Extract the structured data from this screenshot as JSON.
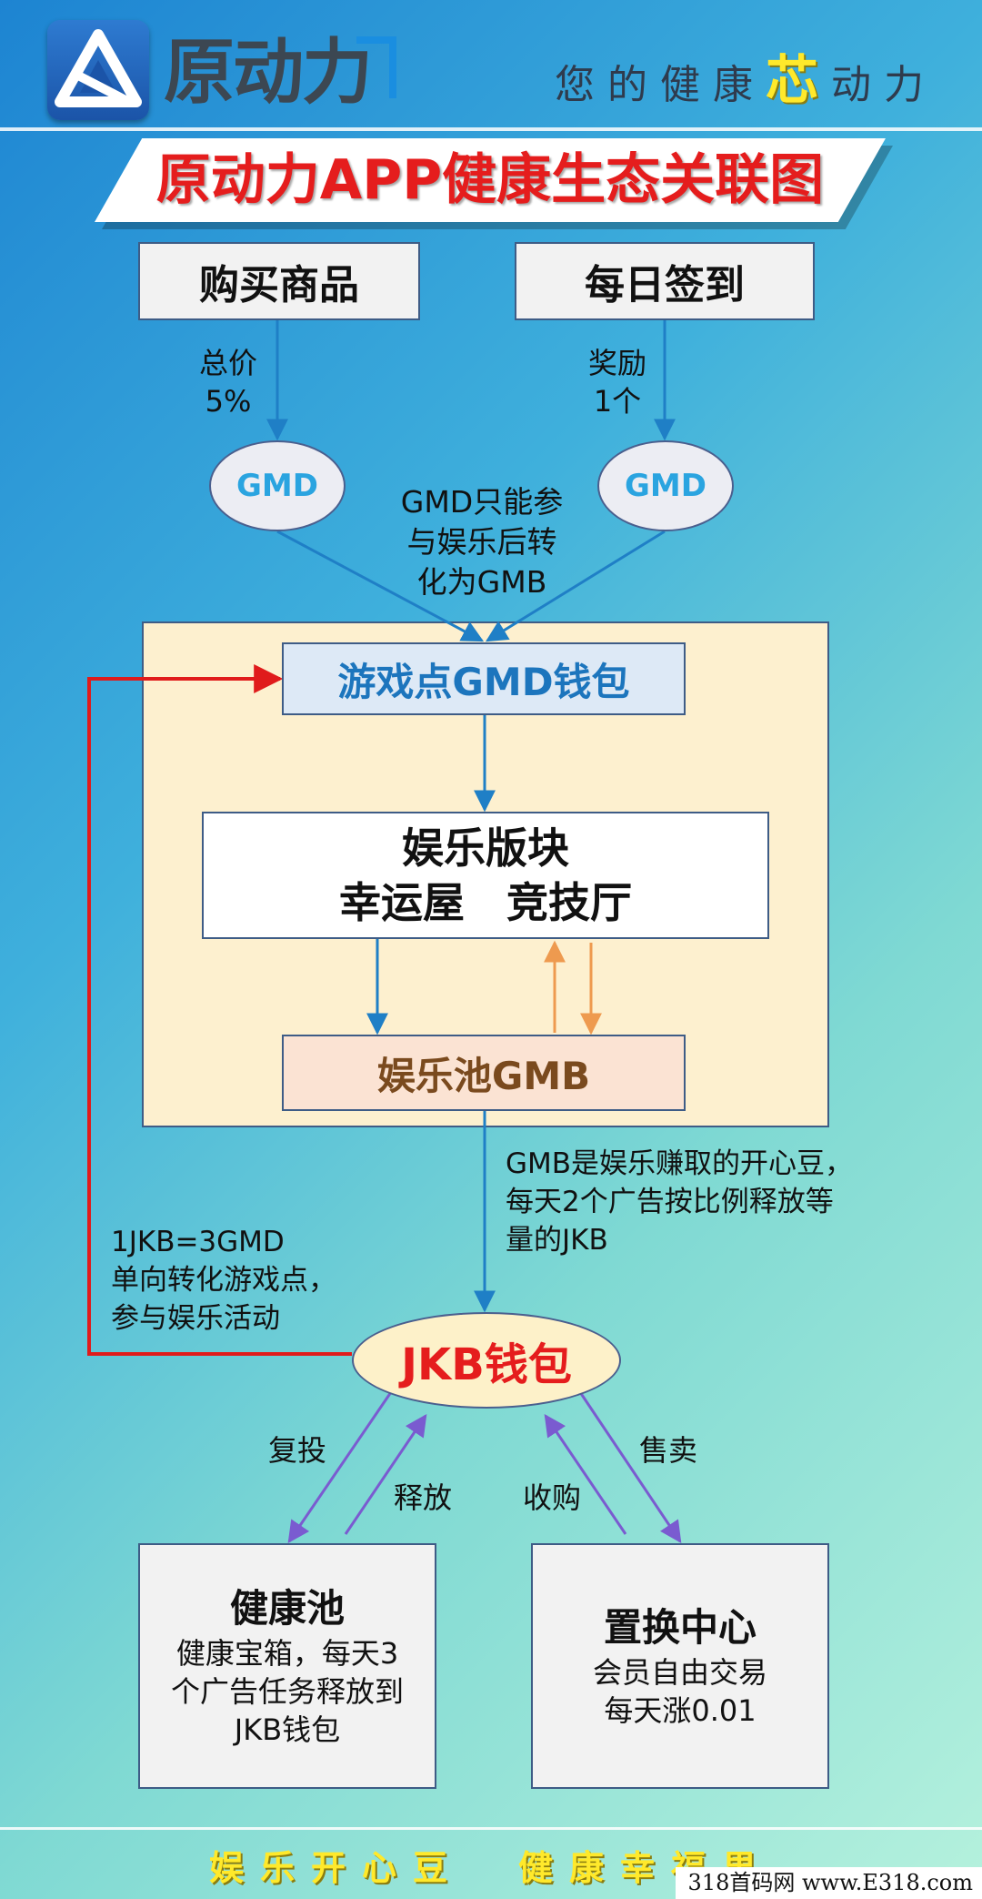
{
  "header": {
    "brand_name": "原动力",
    "slogan_before": "您的健康",
    "slogan_accent": "芯",
    "slogan_after": "动力"
  },
  "title": "原动力APP健康生态关联图",
  "nodes": {
    "buy_goods": "购买商品",
    "daily_checkin": "每日签到",
    "gmd_left": "GMD",
    "gmd_right": "GMD",
    "game_wallet": "游戏点GMD钱包",
    "entertainment_title": "娱乐版块",
    "entertainment_sub": "幸运屋　竞技厅",
    "entertainment_pool": "娱乐池GMB",
    "jkb_wallet": "JKB钱包",
    "health_pool": {
      "title": "健康池",
      "desc": [
        "健康宝箱，每天3",
        "个广告任务释放到",
        "JKB钱包"
      ]
    },
    "exchange_center": {
      "title": "置换中心",
      "desc": [
        "会员自由交易",
        "每天涨0.01"
      ]
    }
  },
  "edge_labels": {
    "total_price": [
      "总价",
      "5%"
    ],
    "reward": [
      "奖励",
      "1个"
    ],
    "gmd_note": [
      "GMD只能参",
      "与娱乐后转",
      "化为GMB"
    ],
    "gmb_note": [
      "GMB是娱乐赚取的开心豆，",
      "每天2个广告按比例释放等",
      "量的JKB"
    ],
    "jkb_to_gmd": [
      "1JKB=3GMD",
      "单向转化游戏点，",
      "参与娱乐活动"
    ],
    "reinvest": "复投",
    "release": "释放",
    "buyback": "收购",
    "sell": "售卖"
  },
  "footer": {
    "left": "娱乐开心豆",
    "right": "健康幸福果"
  },
  "watermark": "318首码网 www.E318.com",
  "colors": {
    "title_red": "#e51d1d",
    "arrow_blue": "#1f7fc6",
    "arrow_orange": "#ee9a4f",
    "arrow_purple": "#7a5bd0",
    "arrow_red": "#e01b1b",
    "footer_yellow": "#ffe92b"
  }
}
